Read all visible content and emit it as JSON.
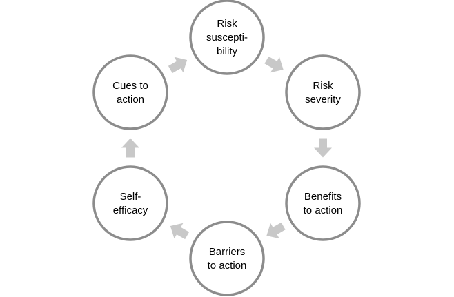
{
  "diagram": {
    "nodes": [
      {
        "id": "risk-susceptibility",
        "lines": [
          "Risk",
          "suscepti-",
          "bility"
        ]
      },
      {
        "id": "risk-severity",
        "lines": [
          "Risk",
          "severity"
        ]
      },
      {
        "id": "benefits-to-action",
        "lines": [
          "Benefits",
          "to action"
        ]
      },
      {
        "id": "barriers-to-action",
        "lines": [
          "Barriers",
          "to action"
        ]
      },
      {
        "id": "self-efficacy",
        "lines": [
          "Self-",
          "efficacy"
        ]
      },
      {
        "id": "cues-to-action",
        "lines": [
          "Cues to",
          "action"
        ]
      }
    ],
    "arrows": [
      {
        "from": "risk-susceptibility",
        "to": "risk-severity"
      },
      {
        "from": "risk-severity",
        "to": "benefits-to-action"
      },
      {
        "from": "benefits-to-action",
        "to": "barriers-to-action"
      },
      {
        "from": "barriers-to-action",
        "to": "self-efficacy"
      },
      {
        "from": "self-efficacy",
        "to": "cues-to-action"
      },
      {
        "from": "cues-to-action",
        "to": "risk-susceptibility"
      }
    ],
    "colors": {
      "circle_stroke": "#8c8c8c",
      "arrow_fill": "#c8c8c8",
      "text": "#000000"
    }
  }
}
